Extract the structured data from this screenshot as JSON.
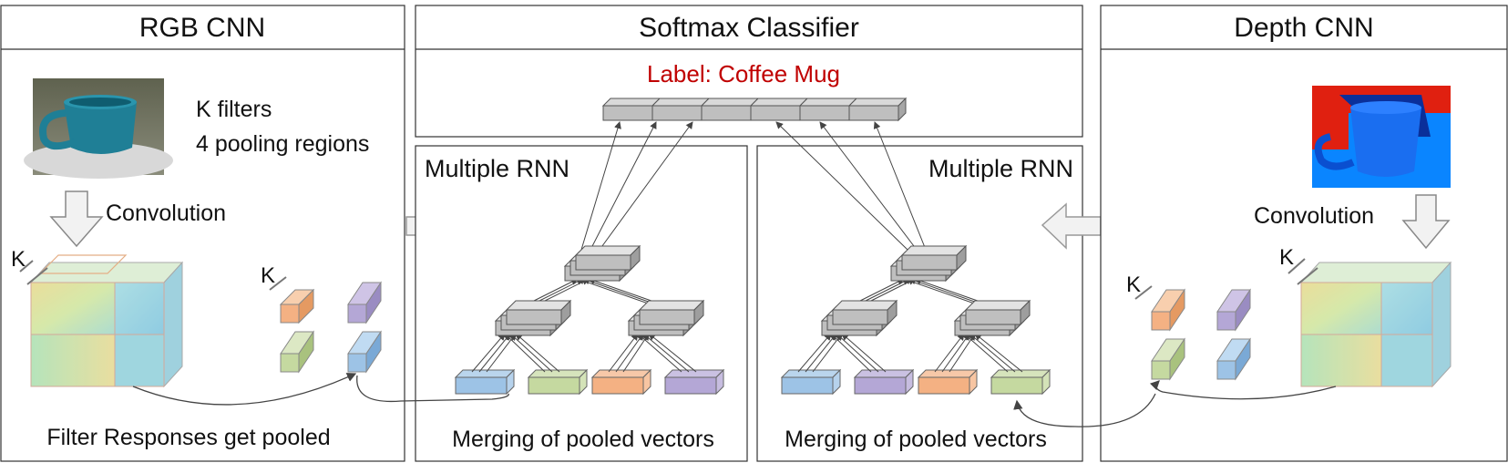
{
  "panels": {
    "rgb": {
      "title": "RGB CNN",
      "k_filters": "K filters",
      "pooling_regions": "4 pooling regions",
      "convolution": "Convolution",
      "k_big": "K",
      "k_small": "K",
      "caption": "Filter Responses get pooled"
    },
    "softmax": {
      "title": "Softmax Classifier",
      "label": "Label: Coffee Mug",
      "label_color": "#c00000"
    },
    "rnn_left": {
      "title": "Multiple RNN",
      "caption": "Merging of pooled vectors"
    },
    "rnn_right": {
      "title": "Multiple RNN",
      "caption": "Merging of pooled vectors"
    },
    "depth": {
      "title": "Depth CNN",
      "convolution": "Convolution",
      "k_big": "K",
      "k_small": "K"
    }
  },
  "colors": {
    "pool_orange": "#f4b183",
    "pool_purple": "#b4a7d6",
    "pool_green": "#c5d9a0",
    "pool_blue": "#9dc3e6",
    "node_gray": "#bfbfbf",
    "mug_teal": "#1f7f96",
    "depth_red": "#e02010",
    "depth_blue": "#1060e0"
  }
}
